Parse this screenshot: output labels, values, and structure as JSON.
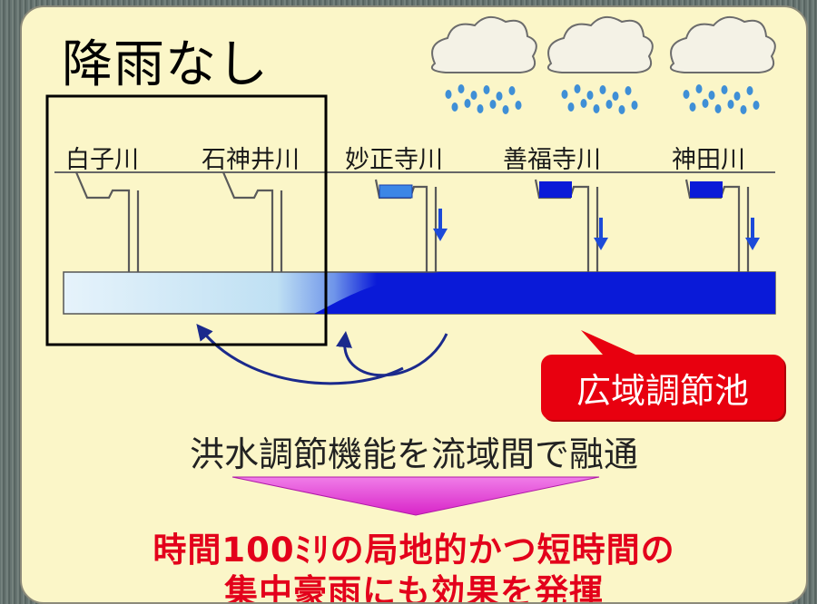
{
  "title": "降雨なし",
  "rivers": [
    {
      "name": "白子川",
      "raining": false
    },
    {
      "name": "石神井川",
      "raining": false
    },
    {
      "name": "妙正寺川",
      "raining": true
    },
    {
      "name": "善福寺川",
      "raining": true
    },
    {
      "name": "神田川",
      "raining": true
    }
  ],
  "reservoir_label": "広域調節池",
  "description": "洪水調節機能を流域間で融通",
  "result_line1": "時間100ﾐﾘの局地的かつ短時間の",
  "result_line2": "集中豪雨にも効果を発揮",
  "colors": {
    "background": "#fbf6c8",
    "water_dark": "#0a1ad8",
    "water_light": "#cfe8f7",
    "badge": "#e8000f",
    "result_text": "#e3001b",
    "rain": "#3f8fd6",
    "funnel": "#e04ad8"
  },
  "icons": [
    "rain-cloud-icon",
    "down-arrow-icon",
    "curved-arrow-icon"
  ]
}
